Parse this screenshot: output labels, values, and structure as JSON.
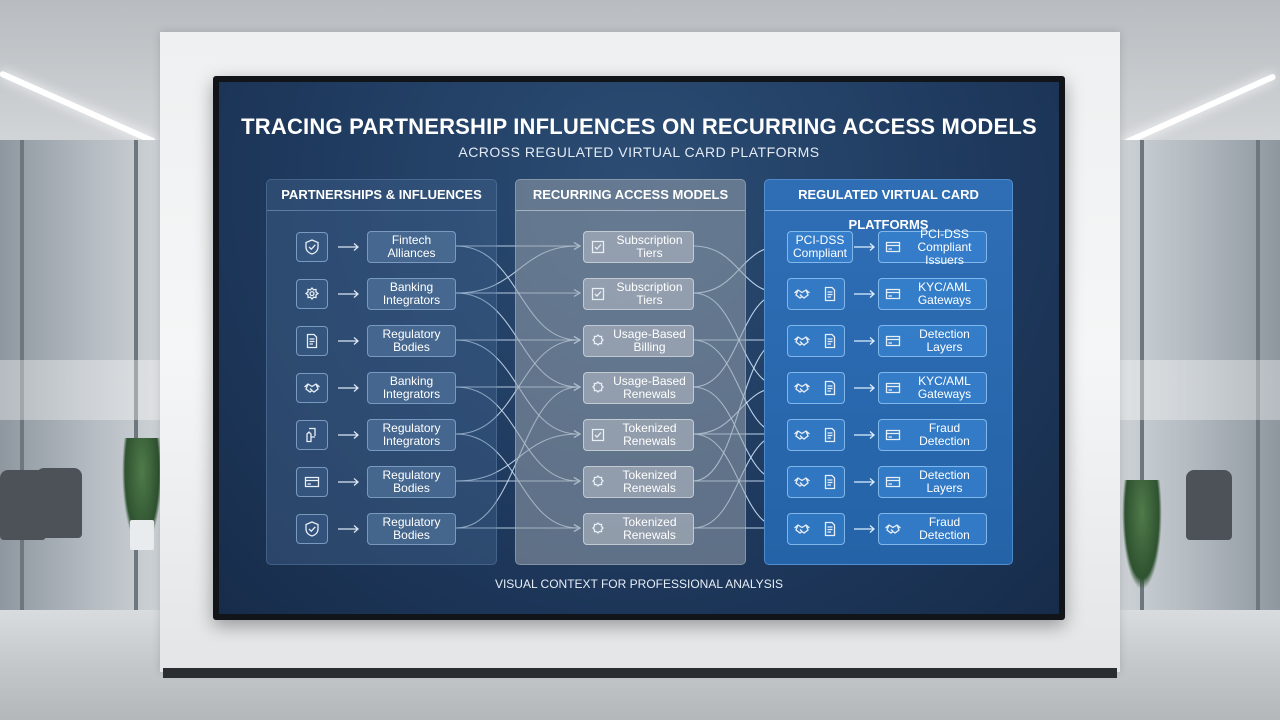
{
  "diagram": {
    "title": "TRACING PARTNERSHIP INFLUENCES ON RECURRING ACCESS MODELS",
    "subtitle": "ACROSS REGULATED VIRTUAL CARD PLATFORMS",
    "footer": "VISUAL CONTEXT FOR PROFESSIONAL ANALYSIS",
    "columns": {
      "left": {
        "header": "PARTNERSHIPS & INFLUENCES",
        "items": [
          {
            "label": "Fintech\nAlliances",
            "icon": "shield-check-icon"
          },
          {
            "label": "Banking\nIntegrators",
            "icon": "gear-badge-icon"
          },
          {
            "label": "Regulatory\nBodies",
            "icon": "document-icon"
          },
          {
            "label": "Banking\nIntegrators",
            "icon": "handshake-icon"
          },
          {
            "label": "Regulatory\nIntegrators",
            "icon": "hand-document-icon"
          },
          {
            "label": "Regulatory\nBodies",
            "icon": "credit-card-icon"
          },
          {
            "label": "Regulatory\nBodies",
            "icon": "shield-check-icon"
          }
        ]
      },
      "middle": {
        "header": "RECURRING ACCESS MODELS",
        "items": [
          {
            "label": "Subscription\nTiers",
            "icon": "check-box-icon"
          },
          {
            "label": "Subscription\nTiers",
            "icon": "check-box-icon"
          },
          {
            "label": "Usage-Based\nBilling",
            "icon": "gear-icon"
          },
          {
            "label": "Usage-Based\nRenewals",
            "icon": "gear-icon"
          },
          {
            "label": "Tokenized\nRenewals",
            "icon": "check-box-icon"
          },
          {
            "label": "Tokenized\nRenewals",
            "icon": "gear-icon"
          },
          {
            "label": "Tokenized\nRenewals",
            "icon": "gear-icon"
          }
        ]
      },
      "right": {
        "header": "REGULATED VIRTUAL CARD PLATFORMS",
        "first_label": "PCI-DSS\nCompliant",
        "items": [
          {
            "label": "PCI-DSS\nCompliant\nIssuers",
            "icon": "credit-card-icon"
          },
          {
            "label": "KYC/AML\nGateways",
            "icon": "credit-card-icon"
          },
          {
            "label": "Detection\nLayers",
            "icon": "credit-card-icon"
          },
          {
            "label": "KYC/AML\nGateways",
            "icon": "credit-card-icon"
          },
          {
            "label": "Fraud\nDetection",
            "icon": "credit-card-icon"
          },
          {
            "label": "Detection\nLayers",
            "icon": "credit-card-icon"
          },
          {
            "label": "Fraud\nDetection",
            "icon": "handshake-icon"
          }
        ]
      }
    },
    "links_left_to_mid": [
      [
        0,
        0
      ],
      [
        0,
        2
      ],
      [
        1,
        0
      ],
      [
        1,
        1
      ],
      [
        1,
        3
      ],
      [
        2,
        2
      ],
      [
        2,
        4
      ],
      [
        3,
        3
      ],
      [
        3,
        5
      ],
      [
        4,
        2
      ],
      [
        4,
        6
      ],
      [
        5,
        4
      ],
      [
        5,
        5
      ],
      [
        6,
        6
      ],
      [
        6,
        3
      ]
    ],
    "links_mid_to_right": [
      [
        0,
        1
      ],
      [
        1,
        0
      ],
      [
        1,
        3
      ],
      [
        2,
        2
      ],
      [
        2,
        4
      ],
      [
        3,
        1
      ],
      [
        3,
        5
      ],
      [
        4,
        3
      ],
      [
        4,
        4
      ],
      [
        4,
        6
      ],
      [
        5,
        2
      ],
      [
        5,
        5
      ],
      [
        6,
        6
      ],
      [
        6,
        4
      ]
    ]
  }
}
